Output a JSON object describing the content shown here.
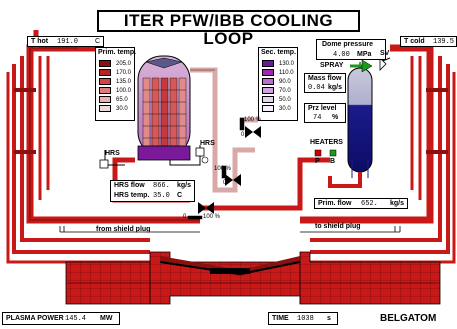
{
  "title": "ITER PFW/IBB COOLING LOOP",
  "t_hot": {
    "label": "T hot",
    "value": "191.0",
    "unit": "C"
  },
  "t_cold": {
    "label": "T cold",
    "value": "139.5"
  },
  "dome_pressure": {
    "label": "Dome pressure",
    "value": "4.00",
    "unit": "MPa"
  },
  "spray": {
    "label": "SPRAY",
    "sv_label": "SV"
  },
  "mass_flow": {
    "label": "Mass flow",
    "value": "0.04",
    "unit": "kg/s"
  },
  "prz_level": {
    "label": "Prz level",
    "value": "74",
    "unit": "%"
  },
  "heaters": {
    "label": "HEATERS",
    "p": "P",
    "b": "B",
    "p_color": "#d00000",
    "b_color": "#1a9a1a"
  },
  "prim_temp": {
    "label": "Prim. temp.",
    "entries": [
      {
        "value": "205.0",
        "color": "#8b0f0f"
      },
      {
        "value": "170.0",
        "color": "#b42424"
      },
      {
        "value": "135.0",
        "color": "#d04545"
      },
      {
        "value": "100.0",
        "color": "#e07b7b"
      },
      {
        "value": "65.0",
        "color": "#efb0b0"
      },
      {
        "value": "30.0",
        "color": "#ecdcdc"
      }
    ]
  },
  "sec_temp": {
    "label": "Sec. temp.",
    "entries": [
      {
        "value": "130.0",
        "color": "#6a1b9a"
      },
      {
        "value": "110.0",
        "color": "#9c27b0"
      },
      {
        "value": "90.0",
        "color": "#b86fd3"
      },
      {
        "value": "70.0",
        "color": "#d1a3e3"
      },
      {
        "value": "50.0",
        "color": "#e8d3ef"
      },
      {
        "value": "30.0",
        "color": "#f6eefa"
      }
    ]
  },
  "hrs": {
    "label": "HRS",
    "label2": "HRS",
    "flow_label": "HRS flow",
    "flow_value": "866.",
    "flow_unit": "kg/s",
    "temp_label": "HRS temp.",
    "temp_value": "35.0",
    "temp_unit": "C"
  },
  "valve_pct": {
    "v1": "100 %",
    "v2": "100 %",
    "v3": "100 %",
    "zero1": "0",
    "zero2": "0",
    "zero3": "0"
  },
  "prim_flow": {
    "label": "Prim. flow",
    "value": "652.",
    "unit": "kg/s"
  },
  "from_shield": "from shield plug",
  "to_shield": "to shield plug",
  "plasma_power": {
    "label": "PLASMA POWER",
    "value": "145.4",
    "unit": "MW"
  },
  "time": {
    "label": "TIME",
    "value": "1038",
    "unit": "s"
  },
  "brand": "BELGATOM",
  "colors": {
    "pipe_hot": "#c81818",
    "pipe_dark": "#8b1010",
    "pump_blue": "#1a1a8c",
    "spray_green": "#1a9a1a"
  }
}
